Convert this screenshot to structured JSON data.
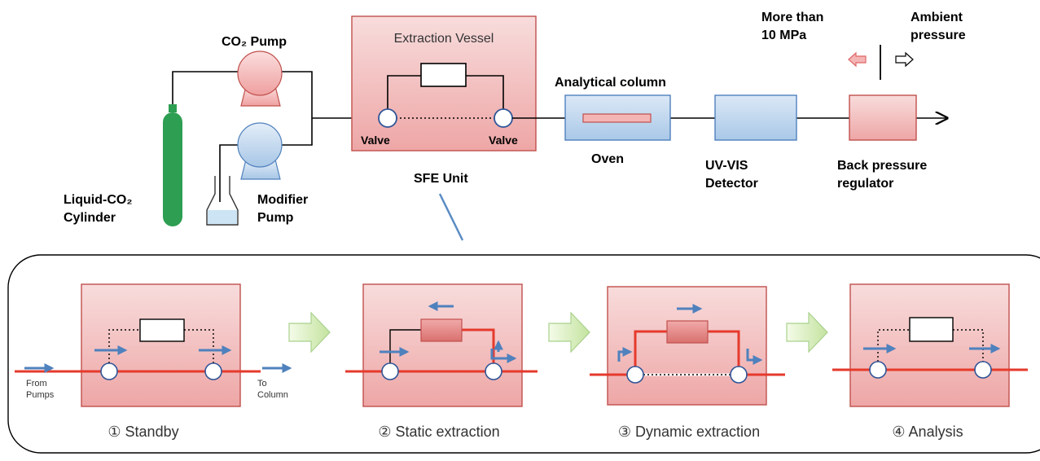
{
  "top": {
    "co2_pump_label": "CO₂ Pump",
    "extraction_vessel_label": "Extraction Vessel",
    "valve_left_label": "Valve",
    "valve_right_label": "Valve",
    "analytical_column_label": "Analytical column",
    "oven_label": "Oven",
    "detector_line1": "UV-VIS",
    "detector_line2": "Detector",
    "regulator_line1": "Back pressure",
    "regulator_line2": "regulator",
    "pressure_high_line1": "More than",
    "pressure_high_line2": "10 MPa",
    "pressure_ambient_line1": "Ambient",
    "pressure_ambient_line2": "pressure",
    "cylinder_line1": "Liquid-CO₂",
    "cylinder_line2": "Cylinder",
    "modifier_line1": "Modifier",
    "modifier_line2": "Pump",
    "sfe_unit_label": "SFE Unit"
  },
  "steps": [
    {
      "label": "① Standby"
    },
    {
      "label": "② Static extraction"
    },
    {
      "label": "③ Dynamic extraction"
    },
    {
      "label": "④ Analysis"
    }
  ],
  "standby_extra": {
    "from_line1": "From",
    "from_line2": "Pumps",
    "to_line1": "To",
    "to_line2": "Column"
  },
  "colors": {
    "vessel_fill": "#f3c4c4",
    "vessel_stroke": "#c0504d",
    "pump_red": "#f4b5b5",
    "pump_blue": "#bdd7ee",
    "cylinder_green": "#2e9e52",
    "flow_red": "#e53a2c",
    "arrow_blue": "#4f81bd",
    "step_arrow_green": "#a9d18e",
    "box_blue": "#bdd7ee"
  }
}
